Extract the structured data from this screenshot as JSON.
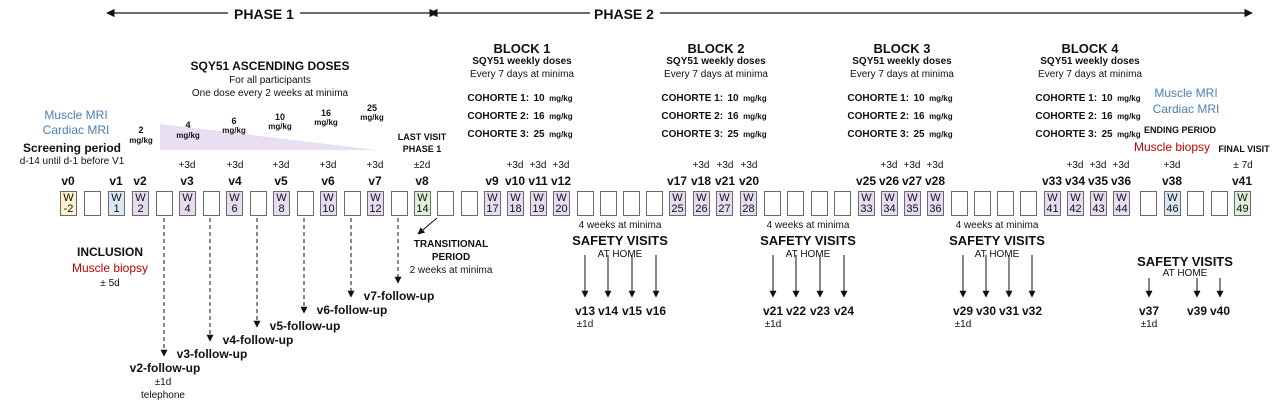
{
  "phases": {
    "phase1": "PHASE 1",
    "phase2": "PHASE 2"
  },
  "phase1_header": {
    "title": "SQY51 ASCENDING DOSES",
    "line1": "For all participants",
    "line2": "One dose every 2 weeks at minima",
    "doses": [
      {
        "value": "2",
        "unit": "mg/kg"
      },
      {
        "value": "4",
        "unit": "mg/kg"
      },
      {
        "value": "6",
        "unit": "mg/kg"
      },
      {
        "value": "10",
        "unit": "mg/kg"
      },
      {
        "value": "16",
        "unit": "mg/kg"
      },
      {
        "value": "25",
        "unit": "mg/kg"
      }
    ]
  },
  "block_common": {
    "weekly": "SQY51 weekly doses",
    "every": "Every 7 days at minima",
    "cohortes": [
      {
        "label": "COHORTE 1:",
        "value": "10",
        "unit": "mg/kg"
      },
      {
        "label": "COHORTE 2:",
        "value": "16",
        "unit": "mg/kg"
      },
      {
        "label": "COHORTE 3:",
        "value": "25",
        "unit": "mg/kg"
      }
    ]
  },
  "blocks": [
    "BLOCK 1",
    "BLOCK 2",
    "BLOCK 3",
    "BLOCK 4"
  ],
  "left": {
    "mri1": "Muscle MRI",
    "mri2": "Cardiac MRI",
    "screening": "Screening period",
    "screening_range": "d-14 until d-1 before V1",
    "inclusion": "INCLUSION",
    "biopsy": "Muscle biopsy",
    "pm5d": "± 5d"
  },
  "last_visit": {
    "line1": "LAST VISIT",
    "line2": "PHASE 1",
    "pm": "±2d"
  },
  "transitional": {
    "line1": "TRANSITIONAL",
    "line2": "PERIOD",
    "line3": "2 weeks at minima"
  },
  "ending": {
    "mri1": "Muscle MRI",
    "mri2": "Cardiac MRI",
    "ending": "ENDING PERIOD",
    "biopsy": "Muscle biopsy",
    "final": "FINAL VISIT",
    "final_pm": "± 7d"
  },
  "plus3d": "+3d",
  "visits": [
    "v0",
    "v1",
    "v2",
    "v3",
    "v4",
    "v5",
    "v6",
    "v7",
    "v8",
    "v9",
    "v10",
    "v11",
    "v12",
    "v17",
    "v18",
    "v21",
    "v20",
    "v25",
    "v26",
    "v27",
    "v28",
    "v33",
    "v34",
    "v35",
    "v36",
    "v38",
    "v41"
  ],
  "weeks": [
    "-2",
    "1",
    "2",
    "4",
    "6",
    "8",
    "10",
    "12",
    "14",
    "17",
    "18",
    "19",
    "20",
    "25",
    "26",
    "27",
    "28",
    "33",
    "34",
    "35",
    "36",
    "41",
    "42",
    "43",
    "44",
    "46",
    "49"
  ],
  "week_prefix": "W",
  "safety": {
    "four_weeks": "4 weeks at minima",
    "title": "SAFETY VISITS",
    "home": "AT HOME",
    "pm1d": "±1d",
    "groups": [
      [
        "v13",
        "v14",
        "v15",
        "v16"
      ],
      [
        "v21",
        "v22",
        "v23",
        "v24"
      ],
      [
        "v29",
        "v30",
        "v31",
        "v32"
      ],
      [
        "v37",
        "v39",
        "v40"
      ]
    ]
  },
  "followups": [
    "v2-follow-up",
    "v3-follow-up",
    "v4-follow-up",
    "v5-follow-up",
    "v6-follow-up",
    "v7-follow-up"
  ],
  "followup_notes": {
    "pm1d": "±1d",
    "telephone": "telephone"
  },
  "colors": {
    "yellow": "#fdf2cc",
    "blue": "#dce8f6",
    "purple": "#e7dcf2",
    "green": "#dff0d8"
  }
}
